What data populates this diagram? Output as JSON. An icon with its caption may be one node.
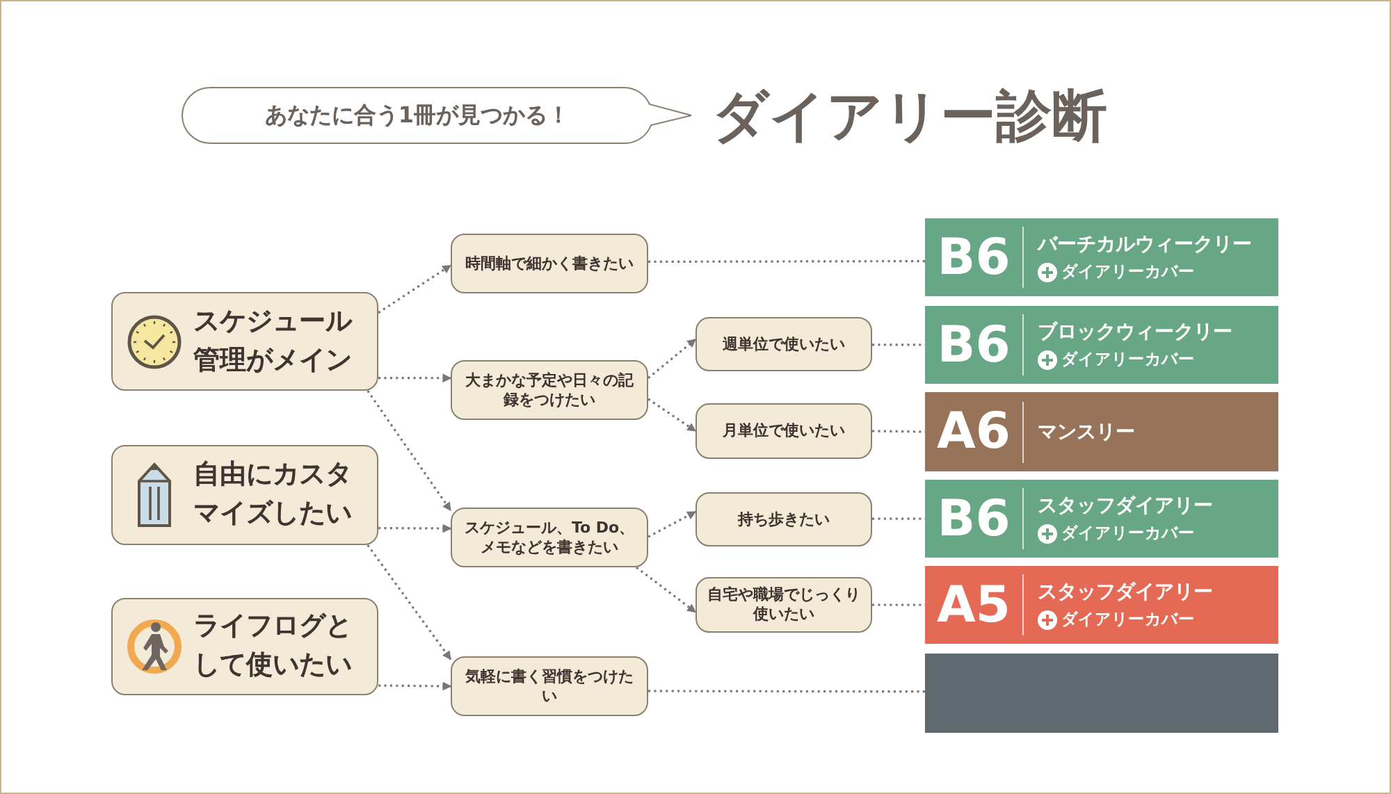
{
  "diagram": {
    "title": "ダイアリー診断",
    "nodes": [
      {
        "text": [
          "あなたに合う1冊が見つかる！"
        ]
      },
      {
        "text": [
          "スケジュール管理がメイン"
        ]
      },
      {
        "text": [
          "自由にカスタマイズしたい"
        ]
      },
      {
        "text": [
          "ライフログとして使いたい"
        ]
      },
      {
        "text": [
          "時間軸で細かく書きたい"
        ]
      },
      {
        "text": [
          "大まかな予定や日々の記録をつけたい"
        ]
      },
      {
        "text": [
          "スケジュール、To Do、メモなどを書きたい"
        ]
      },
      {
        "text": [
          "気軽に書く習慣をつけたい"
        ]
      },
      {
        "text": [
          "週単位で使いたい"
        ]
      },
      {
        "text": [
          "月単位で使いたい"
        ]
      },
      {
        "text": [
          "持ち歩きたい"
        ]
      },
      {
        "text": [
          "自宅や職場でじっくり使いたい"
        ]
      },
      {
        "text": [
          "B6",
          "バーチカルウィークリー",
          "ダイアリーカバー"
        ]
      },
      {
        "text": [
          "B6",
          "ブロックウィークリー",
          "ダイアリーカバー"
        ]
      },
      {
        "text": [
          "A6",
          "マンスリー"
        ]
      },
      {
        "text": [
          "B6",
          "スタッフダイアリー",
          "ダイアリーカバー"
        ]
      },
      {
        "text": [
          "A5",
          "スタッフダイアリー",
          "ダイアリーカバー"
        ]
      },
      {
        "text": [],
        "shape": "box"
      }
    ],
    "edges": [
      {
        "from": 1,
        "to": 4,
        "arrow": "to"
      },
      {
        "from": 1,
        "to": 5,
        "arrow": "to"
      },
      {
        "from": 1,
        "to": 6,
        "arrow": "to"
      },
      {
        "from": 2,
        "to": 6,
        "arrow": "to"
      },
      {
        "from": 2,
        "to": 7,
        "arrow": "to"
      },
      {
        "from": 3,
        "to": 7,
        "arrow": "to"
      },
      {
        "from": 5,
        "to": 8,
        "arrow": "to"
      },
      {
        "from": 5,
        "to": 9,
        "arrow": "to"
      },
      {
        "from": 6,
        "to": 10,
        "arrow": "to"
      },
      {
        "from": 6,
        "to": 11,
        "arrow": "to"
      },
      {
        "from": 4,
        "to": 12,
        "arrow": "none"
      },
      {
        "from": 8,
        "to": 13,
        "arrow": "none"
      },
      {
        "from": 9,
        "to": 14,
        "arrow": "none"
      },
      {
        "from": 10,
        "to": 15,
        "arrow": "none"
      },
      {
        "from": 11,
        "to": 16,
        "arrow": "none"
      },
      {
        "from": 7,
        "to": 17,
        "arrow": "none"
      }
    ]
  }
}
